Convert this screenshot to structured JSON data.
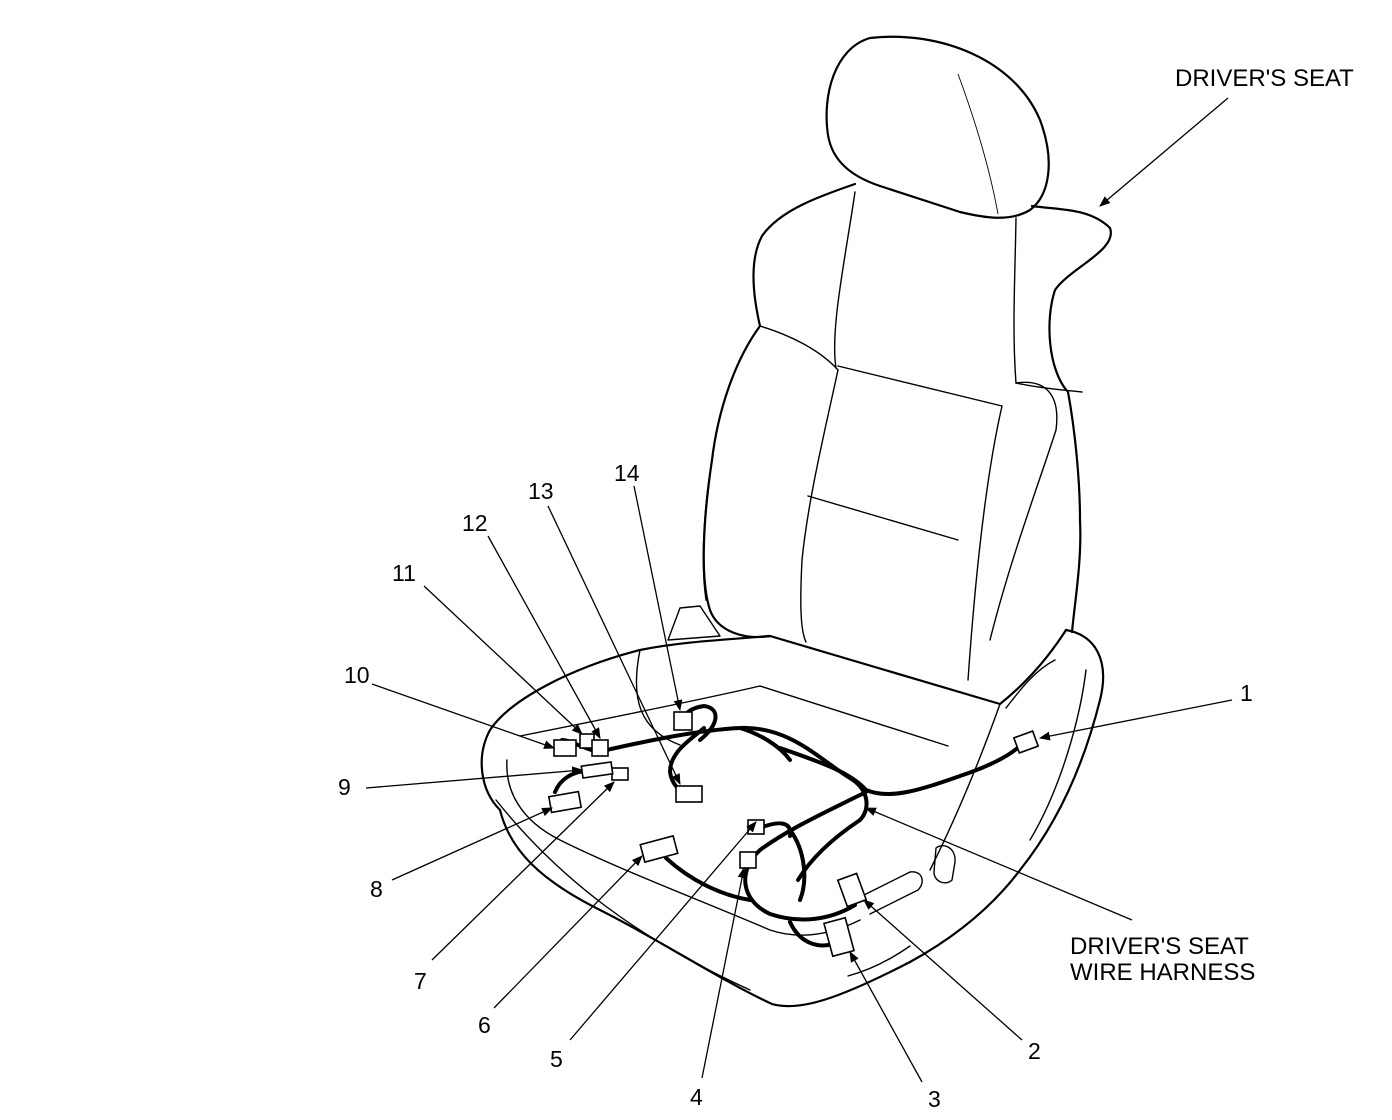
{
  "captions": {
    "seat": "DRIVER'S SEAT",
    "harness_line1": "DRIVER'S SEAT",
    "harness_line2": "WIRE HARNESS"
  },
  "callouts": [
    "1",
    "2",
    "3",
    "4",
    "5",
    "6",
    "7",
    "8",
    "9",
    "10",
    "11",
    "12",
    "13",
    "14"
  ]
}
